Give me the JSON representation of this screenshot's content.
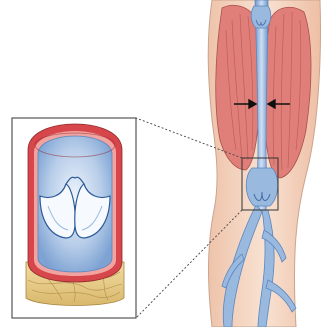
{
  "figure": {
    "subject": "leg-vein-valve-illustration",
    "labels": [],
    "colors": {
      "skin": "#f6d7c3",
      "skin_outline": "#caa48e",
      "muscle": "#e07f79",
      "muscle_fiber": "#b85551",
      "vein": "#9ab9df",
      "vein_dark": "#5c86bf",
      "vein_wall": "#d7464a",
      "tissue": "#e9cf8f",
      "tissue_line": "#a8853f",
      "inset_frame": "#555555",
      "arrows": "#111111"
    },
    "icons": [
      "compression-arrow-left",
      "compression-arrow-right"
    ]
  }
}
